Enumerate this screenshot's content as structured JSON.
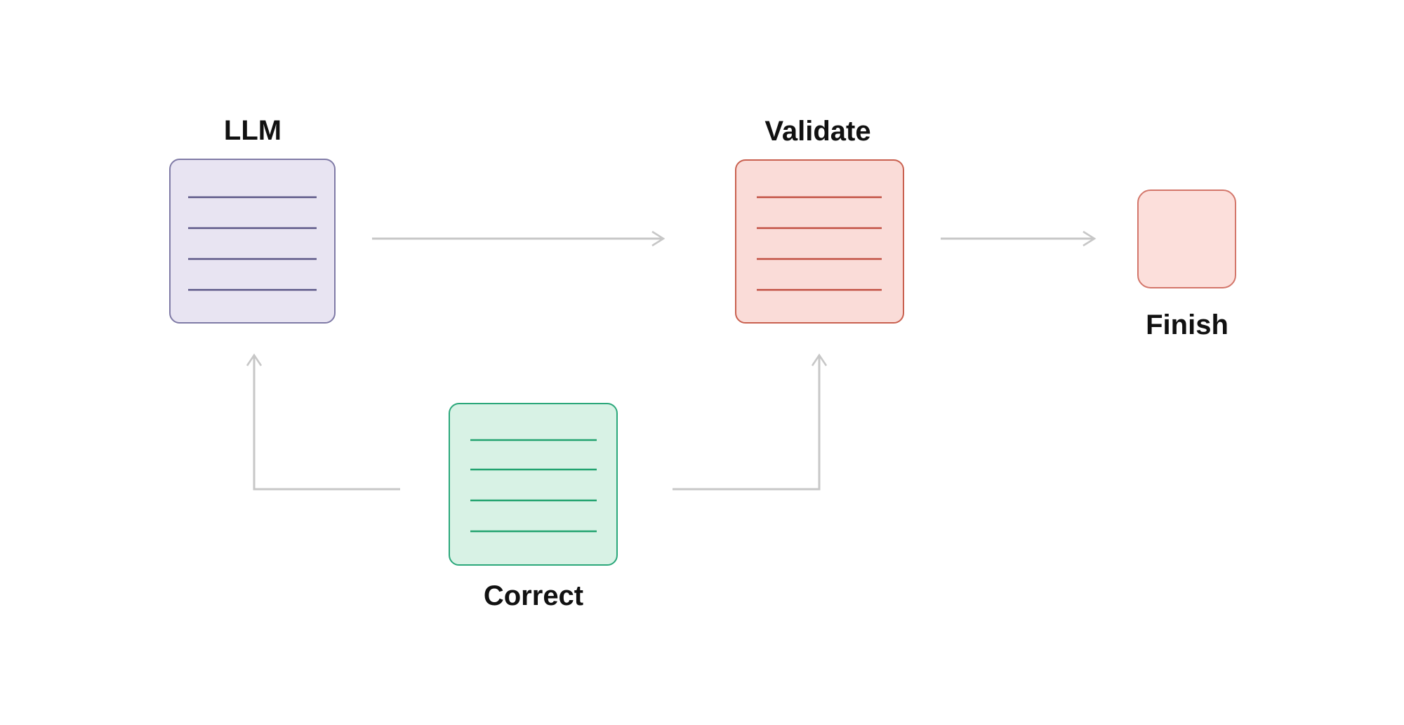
{
  "diagram": {
    "title": "",
    "nodes": {
      "llm": {
        "label": "LLM",
        "shape": "document-card",
        "text_lines": 4,
        "label_position": "above"
      },
      "validate": {
        "label": "Validate",
        "shape": "document-card",
        "text_lines": 4,
        "label_position": "above"
      },
      "correct": {
        "label": "Correct",
        "shape": "document-card",
        "text_lines": 4,
        "label_position": "below"
      },
      "finish": {
        "label": "Finish",
        "shape": "square",
        "text_lines": 0,
        "label_position": "below"
      }
    },
    "edges": [
      {
        "from": "llm",
        "to": "validate",
        "style": "straight",
        "direction": "right"
      },
      {
        "from": "validate",
        "to": "finish",
        "style": "straight",
        "direction": "right"
      },
      {
        "from": "correct",
        "to": "llm",
        "style": "elbow",
        "direction": "left-then-up"
      },
      {
        "from": "correct",
        "to": "validate",
        "style": "elbow",
        "direction": "right-then-up"
      }
    ],
    "colors": {
      "background": "#ffffff",
      "label": "#111111",
      "arrow": "#c7c7c7",
      "llm-fill": "#e8e4f2",
      "llm-border": "#7f7aa6",
      "llm-line": "#5a5586",
      "validate-fill": "#fadcd8",
      "validate-border": "#c9604f",
      "validate-line": "#c14f41",
      "finish-fill": "#fcdfdb",
      "finish-border": "#d3766a",
      "correct-fill": "#d8f2e5",
      "correct-border": "#2aa77a",
      "correct-line": "#21a36f"
    }
  }
}
